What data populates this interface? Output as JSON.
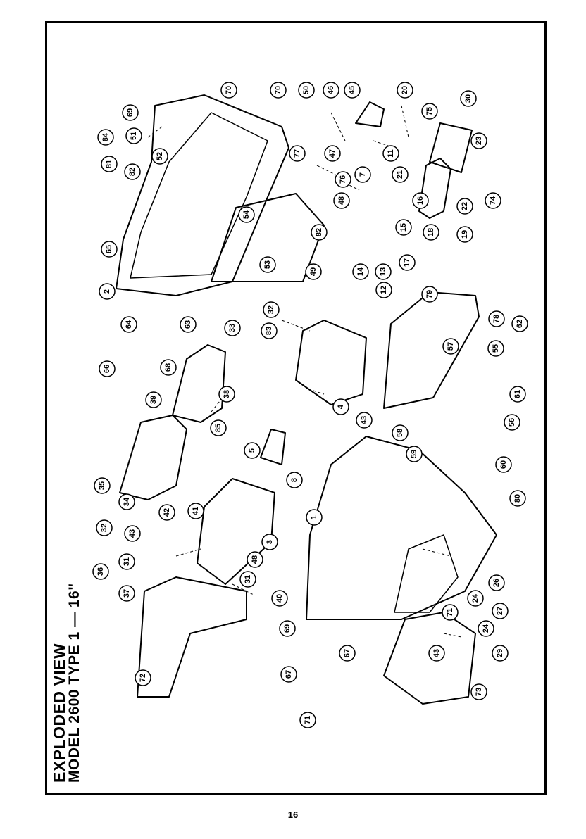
{
  "title": {
    "line1": "EXPLODED VIEW",
    "line2": "MODEL 2600 TYPE 1 — 16\""
  },
  "page_number": "16",
  "callouts": [
    "70",
    "70",
    "50",
    "46",
    "45",
    "20",
    "30",
    "69",
    "84",
    "51",
    "81",
    "52",
    "82",
    "65",
    "77",
    "47",
    "76",
    "48",
    "7",
    "11",
    "21",
    "75",
    "23",
    "16",
    "18",
    "22",
    "74",
    "19",
    "15",
    "17",
    "54",
    "53",
    "49",
    "82",
    "2",
    "13",
    "14",
    "12",
    "32",
    "33",
    "83",
    "63",
    "64",
    "68",
    "66",
    "39",
    "38",
    "4",
    "43",
    "79",
    "78",
    "57",
    "55",
    "62",
    "61",
    "56",
    "60",
    "58",
    "59",
    "80",
    "5",
    "85",
    "8",
    "35",
    "34",
    "32",
    "42",
    "41",
    "43",
    "31",
    "36",
    "37",
    "3",
    "48",
    "40",
    "31",
    "69",
    "1",
    "71",
    "26",
    "27",
    "24",
    "24",
    "29",
    "73",
    "43",
    "67",
    "72",
    "67",
    "71"
  ]
}
